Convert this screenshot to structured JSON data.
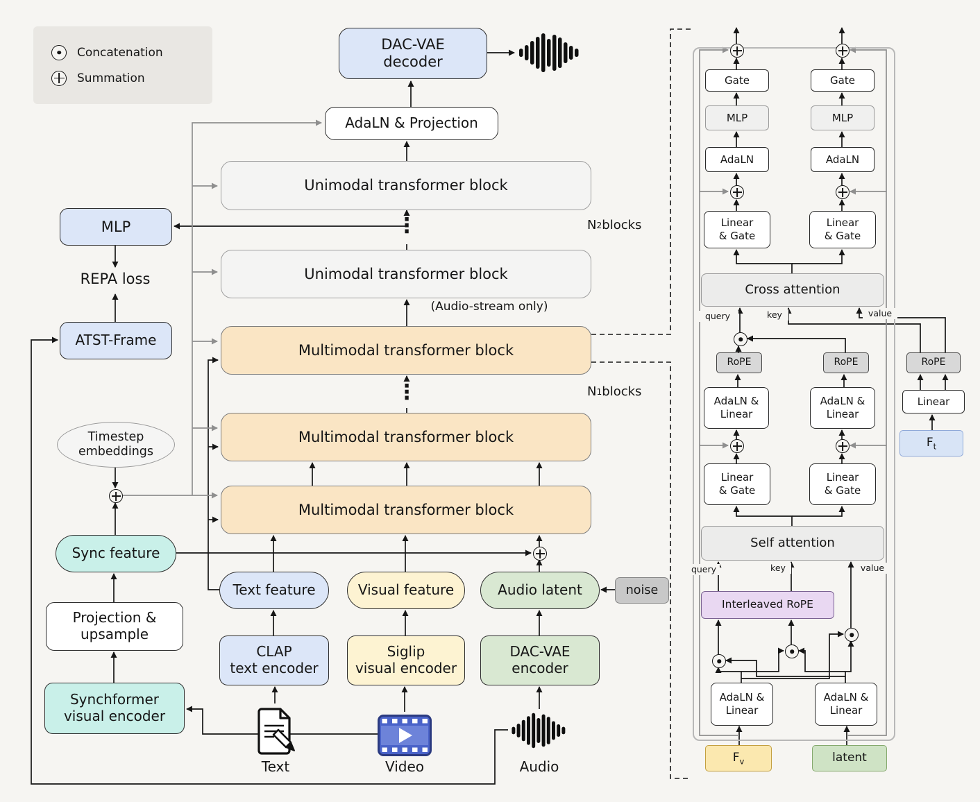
{
  "colors": {
    "background": "#f6f5f2",
    "legend_bg": "#e9e7e3",
    "blue_fill": "#dce6f8",
    "yellow_fill": "#fdf3d2",
    "green_fill": "#d9e8d2",
    "teal_fill": "#c9f0e9",
    "peach_fill": "#fae5c4",
    "gray_block_fill": "#f4f4f3",
    "noise_fill": "#c8c8c8",
    "purple_fill": "#e9d8f2",
    "rope_fill": "#d8d8d8",
    "panel_border": "#b8b8b8",
    "fv_fill": "#fbe8af",
    "latent_fill": "#cfe3c5",
    "ft_fill": "#d8e4f6",
    "video_icon_blue": "#4a63c9"
  },
  "icons": {
    "concatenation_symbol": "⊙",
    "summation_symbol": "⊕"
  },
  "legend": {
    "concat_label": "Concatenation",
    "sum_label": "Summation"
  },
  "main": {
    "decoder_l1": "DAC-VAE",
    "decoder_l2": "decoder",
    "adaln_projection": "AdaLN & Projection",
    "unimodal_block": "Unimodal transformer block",
    "multimodal_block": "Multimodal transformer block",
    "audio_stream_only": "(Audio-stream only)",
    "dots": "⋮",
    "n2": {
      "base": "N",
      "sub": "2",
      "rest": " blocks"
    },
    "n1": {
      "base": "N",
      "sub": "1",
      "rest": " blocks"
    },
    "mlp": "MLP",
    "repa_loss": "REPA loss",
    "atst_frame": "ATST-Frame",
    "timestep_l1": "Timestep",
    "timestep_l2": "embeddings",
    "sync_feature": "Sync feature",
    "projection_l1": "Projection &",
    "projection_l2": "upsample",
    "synchformer_l1": "Synchformer",
    "synchformer_l2": "visual encoder",
    "text_feature": "Text feature",
    "visual_feature": "Visual feature",
    "audio_latent": "Audio latent",
    "noise": "noise",
    "clap_l1": "CLAP",
    "clap_l2": "text encoder",
    "siglip_l1": "Siglip",
    "siglip_l2": "visual encoder",
    "dacvae_enc_l1": "DAC-VAE",
    "dacvae_enc_l2": "encoder",
    "input_text": "Text",
    "input_video": "Video",
    "input_audio": "Audio"
  },
  "detail": {
    "gate": "Gate",
    "mlp": "MLP",
    "adaln": "AdaLN",
    "linear_gate_l1": "Linear",
    "linear_gate_l2": "& Gate",
    "cross_attention": "Cross attention",
    "self_attention": "Self attention",
    "rope": "RoPE",
    "adaln_linear_l1": "AdaLN &",
    "adaln_linear_l2": "Linear",
    "interleaved_rope": "Interleaved RoPE",
    "query": "query",
    "key": "key",
    "value": "value",
    "linear": "Linear",
    "f_v": {
      "base": "F",
      "sub": "v"
    },
    "f_t": {
      "base": "F",
      "sub": "t"
    },
    "latent": "latent"
  }
}
